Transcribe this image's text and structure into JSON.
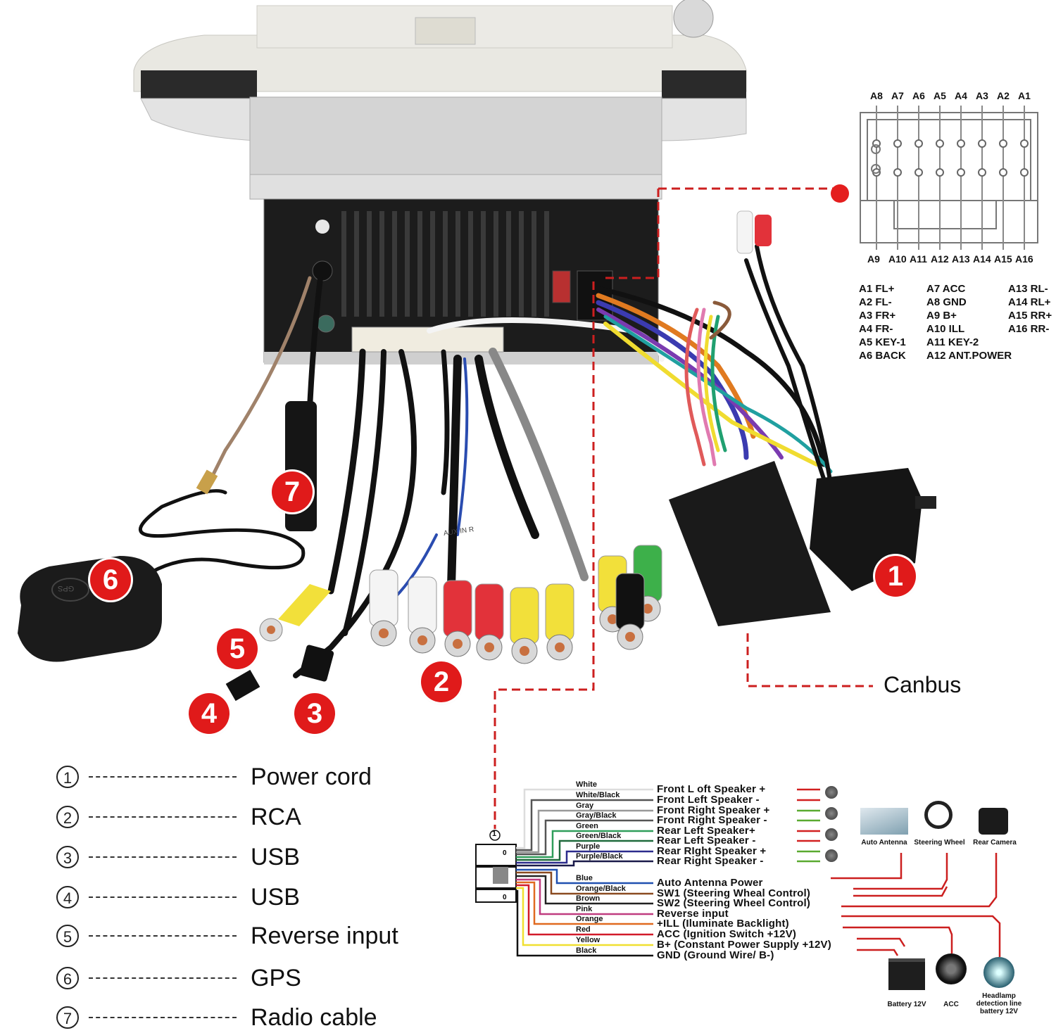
{
  "title": "Car stereo wiring diagram",
  "brand_colors": {
    "badge": "#e01a1a",
    "dashed_line": "#cc1f1f"
  },
  "badges": [
    {
      "number": "1",
      "target": "Power cord"
    },
    {
      "number": "2",
      "target": "RCA"
    },
    {
      "number": "3",
      "target": "USB"
    },
    {
      "number": "4",
      "target": "USB"
    },
    {
      "number": "5",
      "target": "Reverse input"
    },
    {
      "number": "6",
      "target": "GPS"
    },
    {
      "number": "7",
      "target": "Radio cable"
    }
  ],
  "legend": [
    {
      "number": "1",
      "label": "Power cord"
    },
    {
      "number": "2",
      "label": "RCA"
    },
    {
      "number": "3",
      "label": "USB"
    },
    {
      "number": "4",
      "label": "USB"
    },
    {
      "number": "5",
      "label": "Reverse input"
    },
    {
      "number": "6",
      "label": "GPS"
    },
    {
      "number": "7",
      "label": "Radio cable"
    }
  ],
  "canbus_label": "Canbus",
  "gps_module_text": "GPS",
  "rca_tag_text": "AUX IN R",
  "connector": {
    "top_pins": [
      "A8",
      "A7",
      "A6",
      "A5",
      "A4",
      "A3",
      "A2",
      "A1"
    ],
    "bottom_pins": [
      "A9",
      "A10",
      "A11",
      "A12",
      "A13",
      "A14",
      "A15",
      "A16"
    ],
    "pinout": [
      [
        "A1 FL+",
        "A2 FL-",
        "A3 FR+",
        "A4 FR-",
        "A5 KEY-1",
        "A6 BACK"
      ],
      [
        "A7 ACC",
        "A8 GND",
        "A9 B+",
        "A10 ILL",
        "A11 KEY-2",
        "A12 ANT.POWER"
      ],
      [
        "A13 RL-",
        "A14 RL+",
        "A15 RR+",
        "A16 RR-"
      ]
    ]
  },
  "harness": {
    "connector_marker": "1",
    "wires": [
      {
        "color_name": "White",
        "hex": "#dddddd",
        "function": "Front L oft Speaker +"
      },
      {
        "color_name": "White/Black",
        "hex": "#555555",
        "function": "Front Left Speaker -"
      },
      {
        "color_name": "Gray",
        "hex": "#999999",
        "function": "Front Right Speaker +"
      },
      {
        "color_name": "Gray/Black",
        "hex": "#555555",
        "function": "Front Right Speaker -"
      },
      {
        "color_name": "Green",
        "hex": "#2f9e5a",
        "function": "Rear Left Speaker+"
      },
      {
        "color_name": "Green/Black",
        "hex": "#1f6a3c",
        "function": "Rear Left Speaker -"
      },
      {
        "color_name": "Purple",
        "hex": "#2c2c8c",
        "function": "Rear RIght Speaker +"
      },
      {
        "color_name": "Purple/Black",
        "hex": "#1a1a4a",
        "function": "Rear Right Speaker -"
      },
      {
        "color_name": "Blue",
        "hex": "#2050b0",
        "function": "Auto Antenna Power"
      },
      {
        "color_name": "Orange/Black",
        "hex": "#8a4a20",
        "function": "SW1 (Steering Wheal Control)"
      },
      {
        "color_name": "Brown",
        "hex": "#222222",
        "function": "SW2 (Steering Wheel Control)"
      },
      {
        "color_name": "Pink",
        "hex": "#c03c80",
        "function": "Reverse input"
      },
      {
        "color_name": "Orange",
        "hex": "#e06a20",
        "function": "+ILL (Iluminate Backlight)"
      },
      {
        "color_name": "Red",
        "hex": "#d21a2a",
        "function": "ACC (Ignition Switch +12V)"
      },
      {
        "color_name": "Yellow",
        "hex": "#f0e030",
        "function": "B+ (Constant Power Supply +12V)"
      },
      {
        "color_name": "Black",
        "hex": "#111111",
        "function": "GND (Ground Wire/ B-)"
      }
    ],
    "speaker_lead_colors": [
      "#d22020",
      "#d22020",
      "#5aaa30",
      "#5aaa30",
      "#d22020",
      "#d22020",
      "#5aaa30",
      "#5aaa30"
    ],
    "accessories_top": [
      {
        "icon": "auto-antenna-icon",
        "label": "Auto Antenna"
      },
      {
        "icon": "steering-wheel-icon",
        "label": "Steering Wheel"
      },
      {
        "icon": "rear-camera-icon",
        "label": "Rear Camera"
      }
    ],
    "accessories_bottom": [
      {
        "icon": "battery-icon",
        "label": "Battery 12V"
      },
      {
        "icon": "acc-switch-icon",
        "label": "ACC"
      },
      {
        "icon": "headlamp-icon",
        "label_lines": [
          "Headlamp",
          "detection line",
          "battery 12V"
        ]
      }
    ]
  }
}
